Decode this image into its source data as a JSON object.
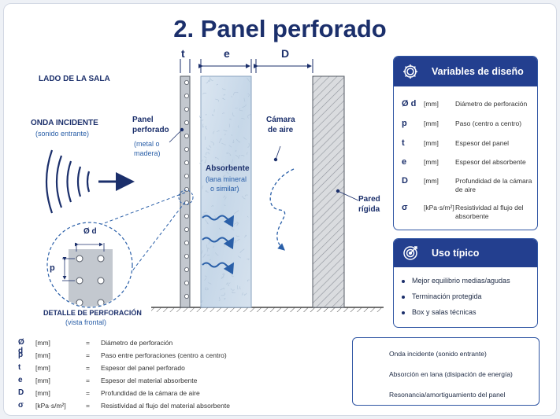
{
  "title": "2. Panel perforado",
  "diagram": {
    "room_side": "LADO DE LA SALA",
    "incident_wave": {
      "title": "ONDA INCIDENTE",
      "subtitle": "(sonido entrante)"
    },
    "dim_labels": {
      "t": "t",
      "e": "e",
      "D": "D"
    },
    "panel": {
      "title_line1": "Panel",
      "title_line2": "perforado",
      "material_line1": "(metal o",
      "material_line2": "madera)"
    },
    "absorber": {
      "title": "Absorbente",
      "line1": "(lana mineral",
      "line2": "o similar)"
    },
    "air_cavity": {
      "line1": "Cámara",
      "line2": "de aire"
    },
    "wall": {
      "line1": "Pared",
      "line2": "rígida"
    },
    "detail": {
      "d_label": "Ø d",
      "p_label": "p",
      "title": "DETALLE DE PERFORACIÓN",
      "subtitle": "(vista frontal)"
    }
  },
  "design_variables": {
    "header": "Variables de diseño",
    "header_icon": "gear-icon",
    "rows": [
      {
        "symbol": "Ø d",
        "unit": "[mm]",
        "desc": "Diámetro de perforación"
      },
      {
        "symbol": "p",
        "unit": "[mm]",
        "desc": "Paso (centro a centro)"
      },
      {
        "symbol": "t",
        "unit": "[mm]",
        "desc": "Espesor del panel"
      },
      {
        "symbol": "e",
        "unit": "[mm]",
        "desc": "Espesor del absorbente"
      },
      {
        "symbol": "D",
        "unit": "[mm]",
        "desc": "Profundidad de la cámara de aire"
      },
      {
        "symbol": "σ",
        "unit": "[kPa·s/m²]",
        "desc": "Resistividad al flujo del absorbente"
      }
    ]
  },
  "typical_use": {
    "header": "Uso típico",
    "header_icon": "target-icon",
    "items": [
      "Mejor equilibrio medias/agudas",
      "Terminación protegida",
      "Box y salas técnicas"
    ]
  },
  "bottom_table": [
    {
      "symbol": "Ø d",
      "unit": "[mm]",
      "eq": "=",
      "desc": "Diámetro de perforación"
    },
    {
      "symbol": "p",
      "unit": "[mm]",
      "eq": "=",
      "desc": "Paso entre perforaciones (centro a centro)"
    },
    {
      "symbol": "t",
      "unit": "[mm]",
      "eq": "=",
      "desc": "Espesor del panel perforado"
    },
    {
      "symbol": "e",
      "unit": "[mm]",
      "eq": "=",
      "desc": "Espesor del material absorbente"
    },
    {
      "symbol": "D",
      "unit": "[mm]",
      "eq": "=",
      "desc": "Profundidad de la cámara de aire"
    },
    {
      "symbol": "σ",
      "unit": "[kPa·s/m²]",
      "eq": "=",
      "desc": "Resistividad al flujo del material absorbente"
    }
  ],
  "legend": [
    {
      "icon": "sound-wave-icon",
      "label": "Onda incidente (sonido entrante)"
    },
    {
      "icon": "wavy-arrow-icon",
      "label": "Absorción en lana (disipación de energía)"
    },
    {
      "icon": "dashed-arrow-icon",
      "label": "Resonancia/amortiguamiento del panel"
    }
  ],
  "colors": {
    "navy": "#1b2f6b",
    "header_blue": "#233f8f",
    "accent_blue": "#2a5fa8",
    "wall_gray": "#d4d6da"
  }
}
